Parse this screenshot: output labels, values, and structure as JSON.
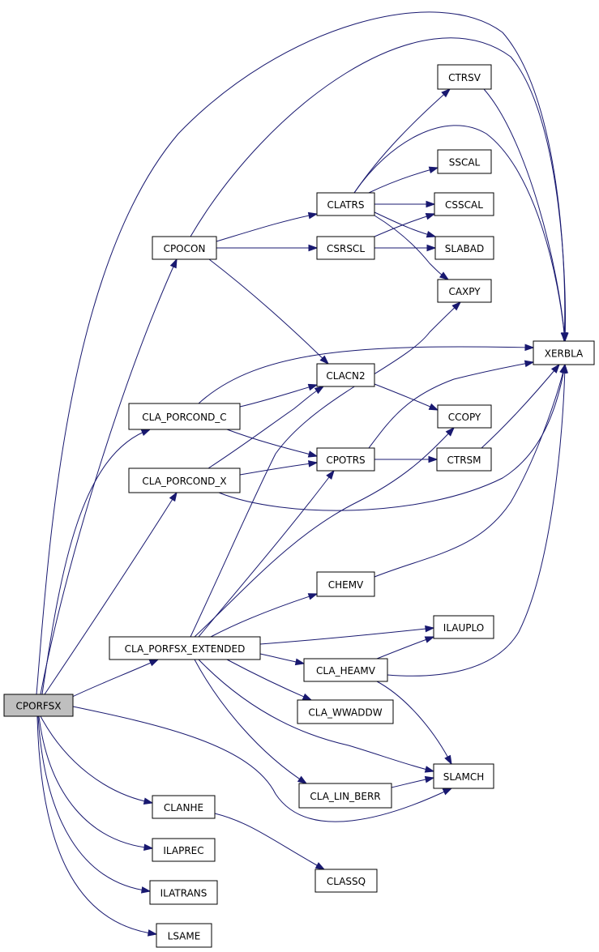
{
  "diagram": {
    "root": "CPORFSX",
    "nodes": [
      {
        "id": "cporfsx",
        "label": "CPORFSX",
        "root": true
      },
      {
        "id": "cpocon",
        "label": "CPOCON"
      },
      {
        "id": "cla_porcond_c",
        "label": "CLA_PORCOND_C"
      },
      {
        "id": "cla_porcond_x",
        "label": "CLA_PORCOND_X"
      },
      {
        "id": "cla_porfsx_extended",
        "label": "CLA_PORFSX_EXTENDED"
      },
      {
        "id": "clanhe",
        "label": "CLANHE"
      },
      {
        "id": "ilaprec",
        "label": "ILAPREC"
      },
      {
        "id": "ilatrans",
        "label": "ILATRANS"
      },
      {
        "id": "lsame",
        "label": "LSAME"
      },
      {
        "id": "clatrs",
        "label": "CLATRS"
      },
      {
        "id": "csrscl",
        "label": "CSRSCL"
      },
      {
        "id": "clacn2",
        "label": "CLACN2"
      },
      {
        "id": "cpotrs",
        "label": "CPOTRS"
      },
      {
        "id": "chemv",
        "label": "CHEMV"
      },
      {
        "id": "cla_heamv",
        "label": "CLA_HEAMV"
      },
      {
        "id": "cla_wwaddw",
        "label": "CLA_WWADDW"
      },
      {
        "id": "cla_lin_berr",
        "label": "CLA_LIN_BERR"
      },
      {
        "id": "classq",
        "label": "CLASSQ"
      },
      {
        "id": "ctrsv",
        "label": "CTRSV"
      },
      {
        "id": "sscal",
        "label": "SSCAL"
      },
      {
        "id": "csscal",
        "label": "CSSCAL"
      },
      {
        "id": "slabad",
        "label": "SLABAD"
      },
      {
        "id": "caxpy",
        "label": "CAXPY"
      },
      {
        "id": "ccopy",
        "label": "CCOPY"
      },
      {
        "id": "ctrsm",
        "label": "CTRSM"
      },
      {
        "id": "ilauplo",
        "label": "ILAUPLO"
      },
      {
        "id": "slamch",
        "label": "SLAMCH"
      },
      {
        "id": "xerbla",
        "label": "XERBLA"
      }
    ],
    "edges": [
      {
        "from": "cporfsx",
        "to": "xerbla"
      },
      {
        "from": "cporfsx",
        "to": "cpocon"
      },
      {
        "from": "cporfsx",
        "to": "cla_porcond_c"
      },
      {
        "from": "cporfsx",
        "to": "cla_porcond_x"
      },
      {
        "from": "cporfsx",
        "to": "cla_porfsx_extended"
      },
      {
        "from": "cporfsx",
        "to": "slamch"
      },
      {
        "from": "cporfsx",
        "to": "clanhe"
      },
      {
        "from": "cporfsx",
        "to": "ilaprec"
      },
      {
        "from": "cporfsx",
        "to": "ilatrans"
      },
      {
        "from": "cporfsx",
        "to": "lsame"
      },
      {
        "from": "cpocon",
        "to": "xerbla"
      },
      {
        "from": "cpocon",
        "to": "clatrs"
      },
      {
        "from": "cpocon",
        "to": "csrscl"
      },
      {
        "from": "cpocon",
        "to": "clacn2"
      },
      {
        "from": "clatrs",
        "to": "ctrsv"
      },
      {
        "from": "clatrs",
        "to": "xerbla"
      },
      {
        "from": "clatrs",
        "to": "sscal"
      },
      {
        "from": "clatrs",
        "to": "csscal"
      },
      {
        "from": "clatrs",
        "to": "slabad"
      },
      {
        "from": "clatrs",
        "to": "caxpy"
      },
      {
        "from": "ctrsv",
        "to": "xerbla"
      },
      {
        "from": "csrscl",
        "to": "csscal"
      },
      {
        "from": "csrscl",
        "to": "slabad"
      },
      {
        "from": "cla_porcond_c",
        "to": "xerbla"
      },
      {
        "from": "cla_porcond_c",
        "to": "clacn2"
      },
      {
        "from": "cla_porcond_c",
        "to": "cpotrs"
      },
      {
        "from": "cla_porcond_x",
        "to": "clacn2"
      },
      {
        "from": "cla_porcond_x",
        "to": "cpotrs"
      },
      {
        "from": "cla_porcond_x",
        "to": "xerbla"
      },
      {
        "from": "clacn2",
        "to": "ccopy"
      },
      {
        "from": "cpotrs",
        "to": "xerbla"
      },
      {
        "from": "cpotrs",
        "to": "ctrsm"
      },
      {
        "from": "ctrsm",
        "to": "xerbla"
      },
      {
        "from": "cla_porfsx_extended",
        "to": "caxpy"
      },
      {
        "from": "cla_porfsx_extended",
        "to": "ccopy"
      },
      {
        "from": "cla_porfsx_extended",
        "to": "cpotrs"
      },
      {
        "from": "cla_porfsx_extended",
        "to": "chemv"
      },
      {
        "from": "cla_porfsx_extended",
        "to": "ilauplo"
      },
      {
        "from": "cla_porfsx_extended",
        "to": "cla_heamv"
      },
      {
        "from": "cla_porfsx_extended",
        "to": "cla_wwaddw"
      },
      {
        "from": "cla_porfsx_extended",
        "to": "slamch"
      },
      {
        "from": "cla_porfsx_extended",
        "to": "cla_lin_berr"
      },
      {
        "from": "chemv",
        "to": "xerbla"
      },
      {
        "from": "cla_heamv",
        "to": "ilauplo"
      },
      {
        "from": "cla_heamv",
        "to": "xerbla"
      },
      {
        "from": "cla_heamv",
        "to": "slamch"
      },
      {
        "from": "cla_lin_berr",
        "to": "slamch"
      },
      {
        "from": "clanhe",
        "to": "classq"
      }
    ],
    "colors": {
      "edge": "#191970",
      "root_fill": "#bfbfbf",
      "node_fill": "#ffffff",
      "node_border": "#000000"
    }
  }
}
